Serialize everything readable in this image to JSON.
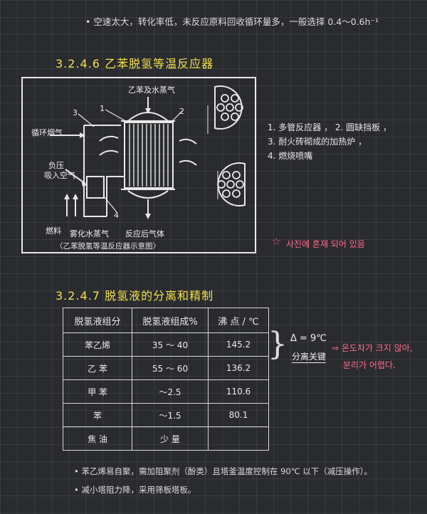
{
  "top_note": "• 空速太大，转化率低，未反应原料回收循环量多，一般选择 0.4～0.6h⁻¹",
  "section1": {
    "title": "3.2.4.6  乙苯脱氢等温反应器",
    "labels": {
      "steam_in": "乙苯及水蒸气",
      "recycle_gas": "循环烟气",
      "neg_pressure_air": "负压",
      "neg_pressure_air2": "吸入空气",
      "fuel": "燃料",
      "atomized_steam": "雾化水蒸气",
      "product_gas": "反应后气体",
      "num1": "1",
      "num2": "2",
      "num3": "3",
      "num4": "4"
    },
    "caption": "〈乙苯脱氢等温反应器示意图〉",
    "legend": [
      "1. 多管反应器 ， 2. 圆缺挡板 ，",
      "3. 耐火砖砌成的加热炉 ，",
      "4. 燃烧喷嘴"
    ],
    "note_star": "☆",
    "note_korean": "사진에 혼재 되어 있음"
  },
  "section2": {
    "title": "3.2.4.7  脱氢液的分离和精制",
    "table": {
      "headers": [
        "脱氢液组分",
        "脱氢液组成%",
        "沸 点 / ℃"
      ],
      "rows": [
        [
          "苯乙烯",
          "35 ～ 40",
          "145.2"
        ],
        [
          "乙  苯",
          "55 ～ 60",
          "136.2"
        ],
        [
          "甲  苯",
          "～2.5",
          "110.6"
        ],
        [
          "苯",
          "～1.5",
          "80.1"
        ],
        [
          "焦  油",
          "少 量",
          ""
        ]
      ]
    },
    "delta": "Δ = 9℃",
    "keyword": "分离关键",
    "note_arrow": "⇒ 온도차가 크지 않아,",
    "note_korean2": "분리가 어렵다."
  },
  "bullets": [
    "• 苯乙烯易自聚，需加阻聚剂（酚类）且塔釜温度控制在 90℃ 以下（减压操作）。",
    "• 减小塔阻力降，采用筛板塔板。"
  ],
  "colors": {
    "heading": "#f2e14a",
    "korean_note": "#ff6b8c",
    "background": "#2a2b2f"
  }
}
